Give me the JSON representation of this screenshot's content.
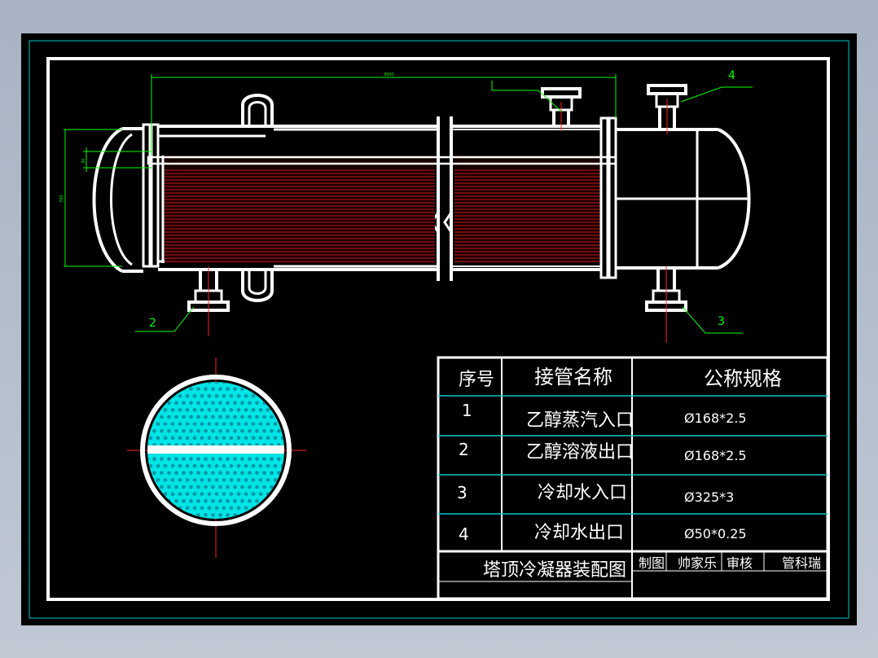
{
  "callouts": [
    {
      "id": "1",
      "label": ""
    },
    {
      "id": "2",
      "label": "2"
    },
    {
      "id": "3",
      "label": "3"
    },
    {
      "id": "4",
      "label": "4"
    }
  ],
  "dimensions": {
    "top_length": "3600",
    "left_height": "700",
    "left_small": "30"
  },
  "nozzle_table": {
    "headers": {
      "no": "序号",
      "name": "接管名称",
      "spec": "公称规格"
    },
    "rows": [
      {
        "no": "1",
        "name": "乙醇蒸汽入口",
        "spec": "Ø168*2.5"
      },
      {
        "no": "2",
        "name": "乙醇溶液出口",
        "spec": "Ø168*2.5"
      },
      {
        "no": "3",
        "name": "冷却水入口",
        "spec": "Ø325*3"
      },
      {
        "no": "4",
        "name": "冷却水出口",
        "spec": "Ø50*0.25"
      }
    ]
  },
  "title_block": {
    "title": "塔顶冷凝器装配图",
    "drawn_label": "制图",
    "drawn_by": "帅家乐",
    "checked_label": "审核",
    "major": "管科瑞"
  },
  "colors": {
    "outline": "#ffffff",
    "tube": "#ff2020",
    "dimension": "#00ff00",
    "tubesheet_fill": "#00e5e5",
    "frame": "#00c8c8"
  }
}
